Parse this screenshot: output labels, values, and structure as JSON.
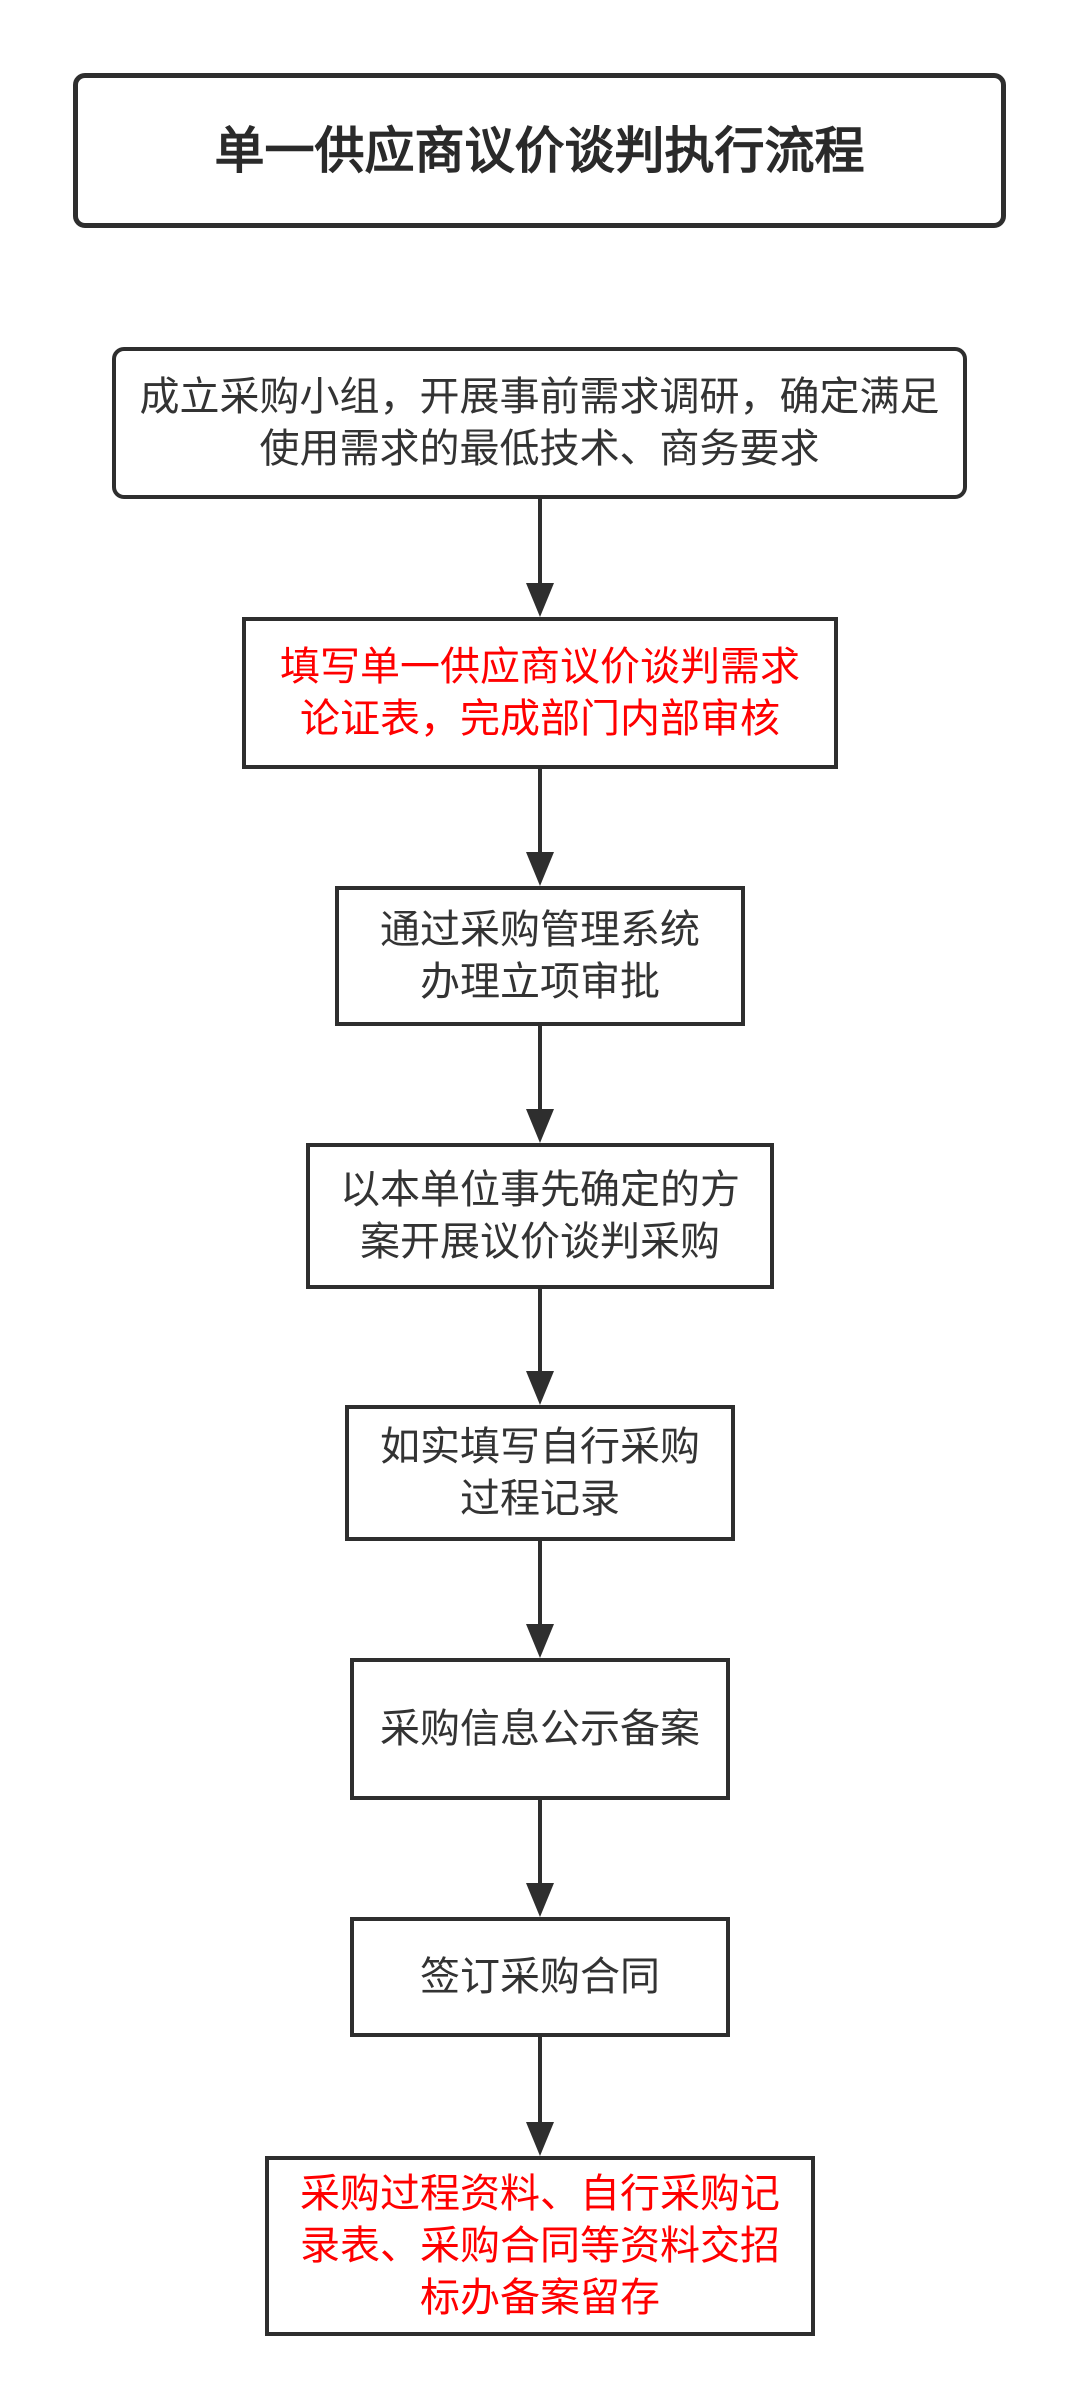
{
  "title": "单一供应商议价谈判执行流程",
  "steps": [
    {
      "lines": [
        "成立采购小组，开展事前需求调研，确定满足",
        "使用需求的最低技术、商务要求"
      ],
      "highlight": false
    },
    {
      "lines": [
        "填写单一供应商议价谈判需求",
        "论证表，完成部门内部审核"
      ],
      "highlight": true
    },
    {
      "lines": [
        "通过采购管理系统",
        "办理立项审批"
      ],
      "highlight": false
    },
    {
      "lines": [
        "以本单位事先确定的方",
        "案开展议价谈判采购"
      ],
      "highlight": false
    },
    {
      "lines": [
        "如实填写自行采购",
        "过程记录"
      ],
      "highlight": false
    },
    {
      "lines": [
        "采购信息公示备案"
      ],
      "highlight": false
    },
    {
      "lines": [
        "签订采购合同"
      ],
      "highlight": false
    },
    {
      "lines": [
        "采购过程资料、自行采购记",
        "录表、采购合同等资料交招",
        "标办备案留存"
      ],
      "highlight": true
    }
  ],
  "colors": {
    "border": "#2e2e2e",
    "text": "#333333",
    "highlight_text": "#ff0000"
  }
}
